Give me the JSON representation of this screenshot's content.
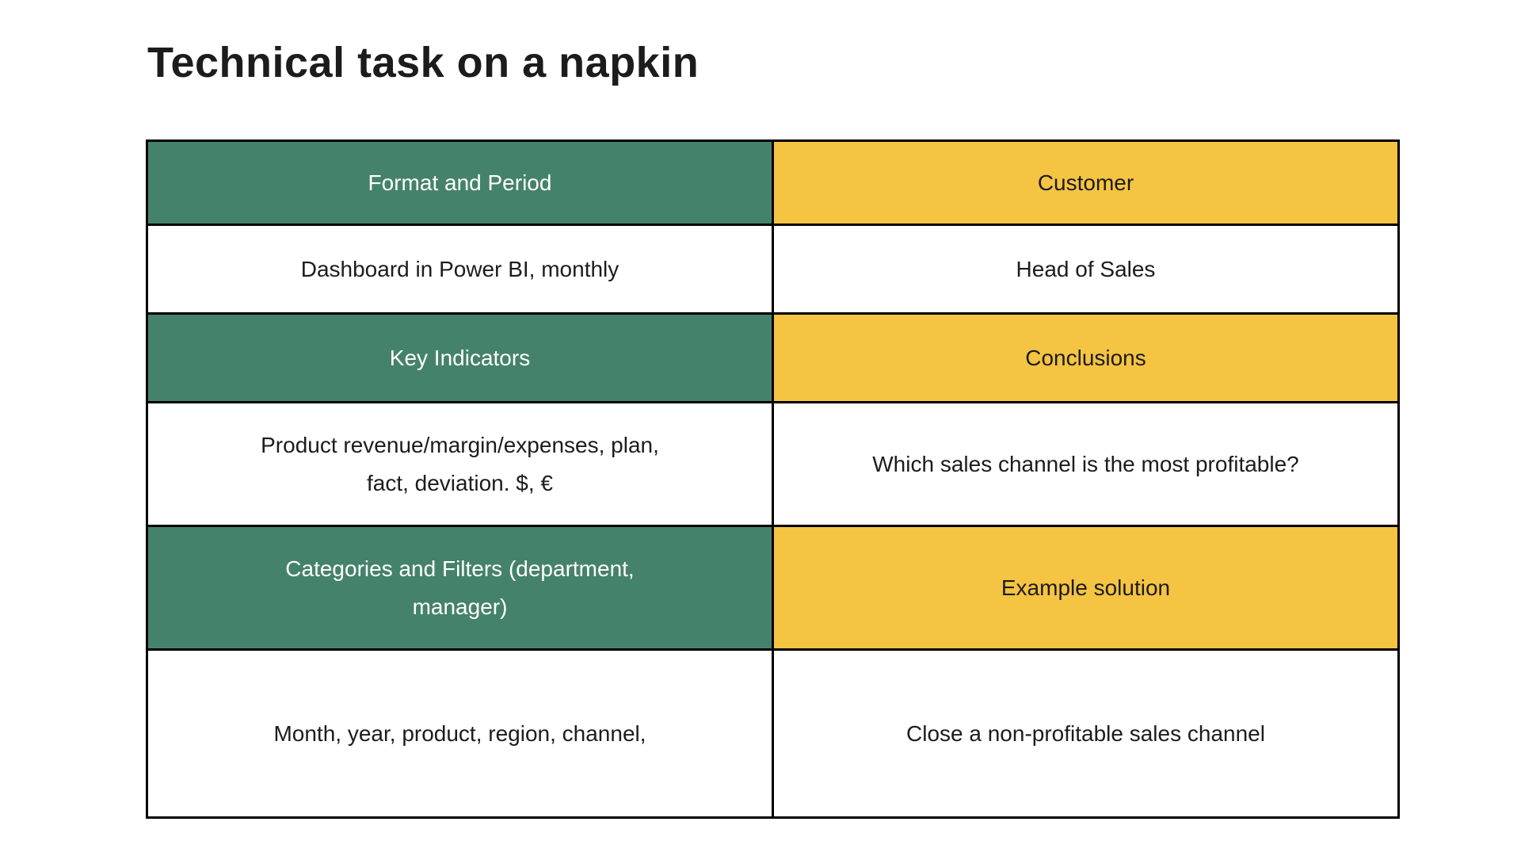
{
  "page": {
    "title": "Technical task on a napkin"
  },
  "colors": {
    "green": "#45826B",
    "yellow": "#F5C443",
    "border": "#000000",
    "text-dark": "#1C1C1C",
    "text-light": "#FFFFFF",
    "background": "#FFFFFF"
  },
  "table": {
    "rows": [
      {
        "type": "header",
        "cells": [
          {
            "text": "Format and Period",
            "color": "green"
          },
          {
            "text": "Customer",
            "color": "yellow"
          }
        ]
      },
      {
        "type": "body",
        "cells": [
          {
            "text": "Dashboard in Power BI, monthly"
          },
          {
            "text": "Head of Sales"
          }
        ]
      },
      {
        "type": "header",
        "cells": [
          {
            "text": "Key Indicators",
            "color": "green"
          },
          {
            "text": "Conclusions",
            "color": "yellow"
          }
        ]
      },
      {
        "type": "body",
        "cells": [
          {
            "text": "Product revenue/margin/expenses, plan,\nfact, deviation. $, €"
          },
          {
            "text": "Which sales channel is the most profitable?"
          }
        ]
      },
      {
        "type": "header",
        "cells": [
          {
            "text": "Categories and Filters (department,\nmanager)",
            "color": "green"
          },
          {
            "text": "Example solution",
            "color": "yellow"
          }
        ]
      },
      {
        "type": "body",
        "cells": [
          {
            "text": "Month, year, product, region, channel,"
          },
          {
            "text": "Close a non-profitable sales channel"
          }
        ]
      }
    ]
  }
}
